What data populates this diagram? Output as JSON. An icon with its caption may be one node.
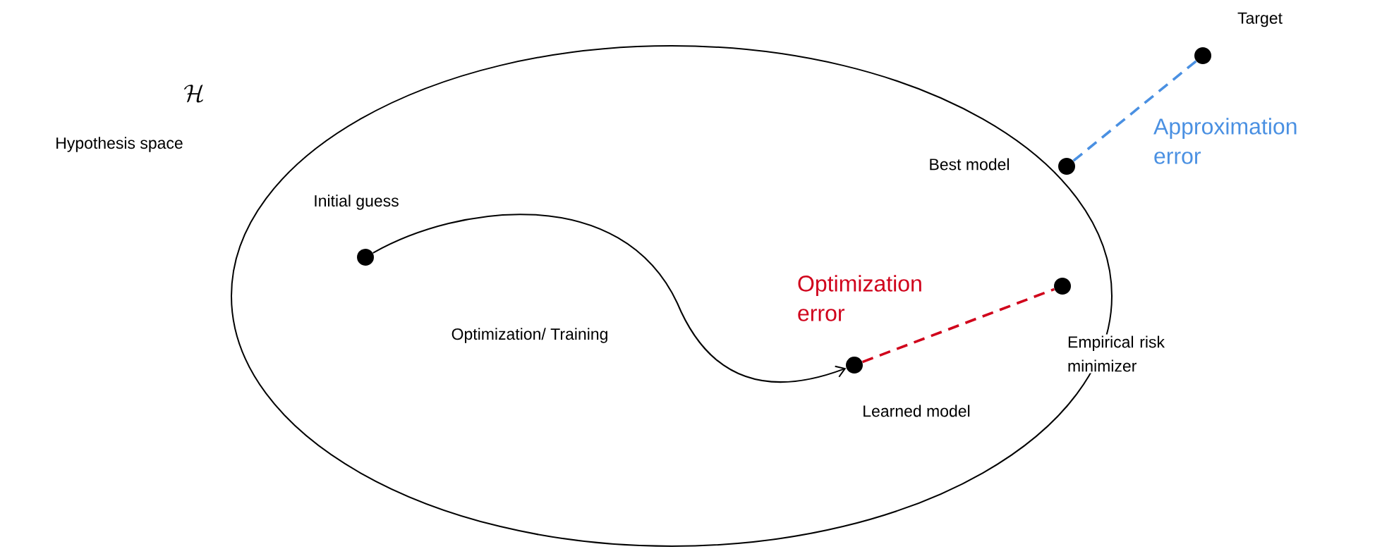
{
  "diagram": {
    "nodes": [
      {
        "text": [
          "Hypothesis space"
        ]
      },
      {
        "text": [],
        "shape": "circle",
        "beside": [
          "Target"
        ]
      },
      {
        "text": [],
        "shape": "circle",
        "beside": [
          "Best model"
        ]
      },
      {
        "text": [],
        "shape": "circle",
        "beside": [
          "Initial guess"
        ],
        "in": 0
      },
      {
        "text": [],
        "shape": "circle",
        "beside": [
          "Empirical risk minimizer"
        ],
        "in": 0
      },
      {
        "text": [],
        "shape": "circle",
        "beside": [
          "Learned model"
        ],
        "in": 0
      }
    ],
    "edges": [
      {
        "from": 3,
        "to": 5,
        "arrow": "to",
        "label": "Optimization/ Training"
      },
      {
        "from": 2,
        "to": 1,
        "arrow": "none",
        "style": "dashed",
        "color": "#4a90e2",
        "label": "Approximation error"
      },
      {
        "from": 5,
        "to": 4,
        "arrow": "none",
        "style": "dashed",
        "color": "#d0021b",
        "label": "Optimization error"
      }
    ],
    "labels": [
      "\\mathcal{H}"
    ]
  }
}
